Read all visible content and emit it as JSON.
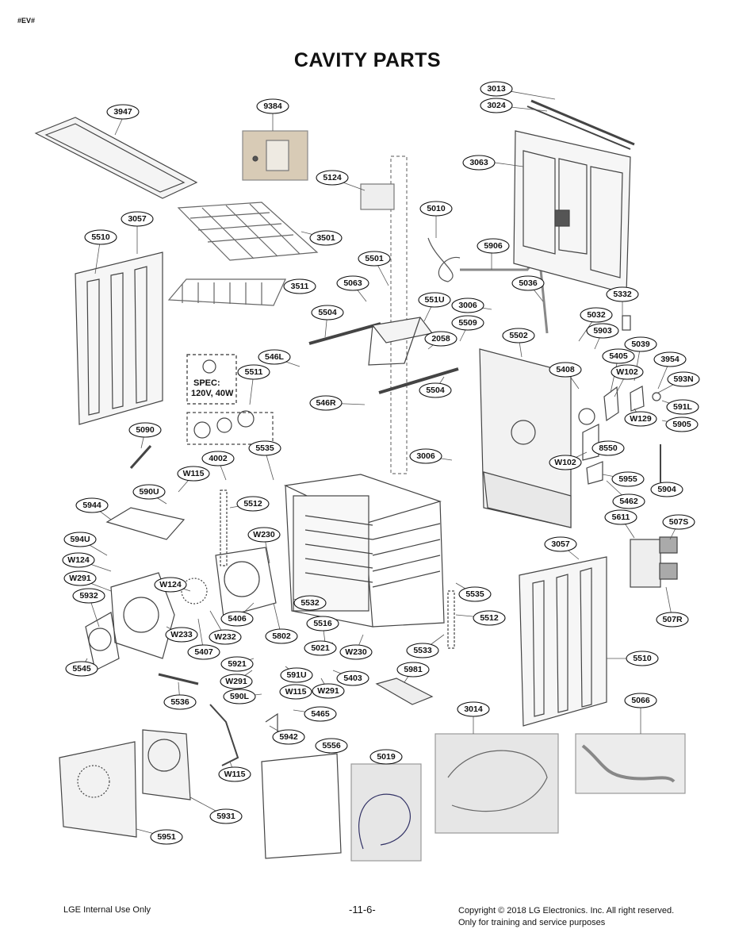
{
  "header": {
    "corner_tag": "#EV#",
    "title": "CAVITY PARTS"
  },
  "spec_note": {
    "line1": "SPEC:",
    "line2": "120V, 40W"
  },
  "callouts": [
    "3013",
    "3024",
    "3947",
    "9384",
    "5124",
    "3063",
    "3057",
    "5010",
    "5510",
    "3501",
    "5906",
    "5501",
    "5063",
    "3511",
    "551U",
    "5036",
    "5332",
    "3006",
    "5504",
    "5509",
    "5502",
    "5032",
    "5903",
    "2058",
    "546L",
    "5039",
    "5405",
    "3954",
    "W102",
    "5408",
    "593N",
    "5511",
    "5504",
    "546R",
    "591L",
    "W129",
    "5905",
    "5090",
    "3006",
    "5535",
    "8550",
    "W102",
    "4002",
    "W115",
    "590U",
    "5512",
    "5955",
    "5904",
    "5944",
    "5462",
    "5611",
    "507S",
    "W230",
    "594U",
    "W124",
    "3057",
    "W291",
    "W124",
    "5535",
    "5512",
    "5406",
    "5932",
    "5532",
    "W233",
    "W232",
    "5802",
    "5516",
    "5407",
    "5021",
    "W230",
    "5533",
    "5921",
    "5510",
    "591U",
    "5545",
    "5403",
    "W291",
    "5981",
    "W115",
    "W291",
    "590L",
    "5536",
    "3014",
    "5066",
    "5465",
    "5942",
    "5556",
    "W115",
    "5019",
    "5931",
    "507R",
    "5951"
  ],
  "footer": {
    "left": "LGE Internal Use Only",
    "center": "-11-6-",
    "right_line1": "Copyright © 2018 LG Electronics. Inc. All right reserved.",
    "right_line2": "Only for training and service purposes"
  }
}
